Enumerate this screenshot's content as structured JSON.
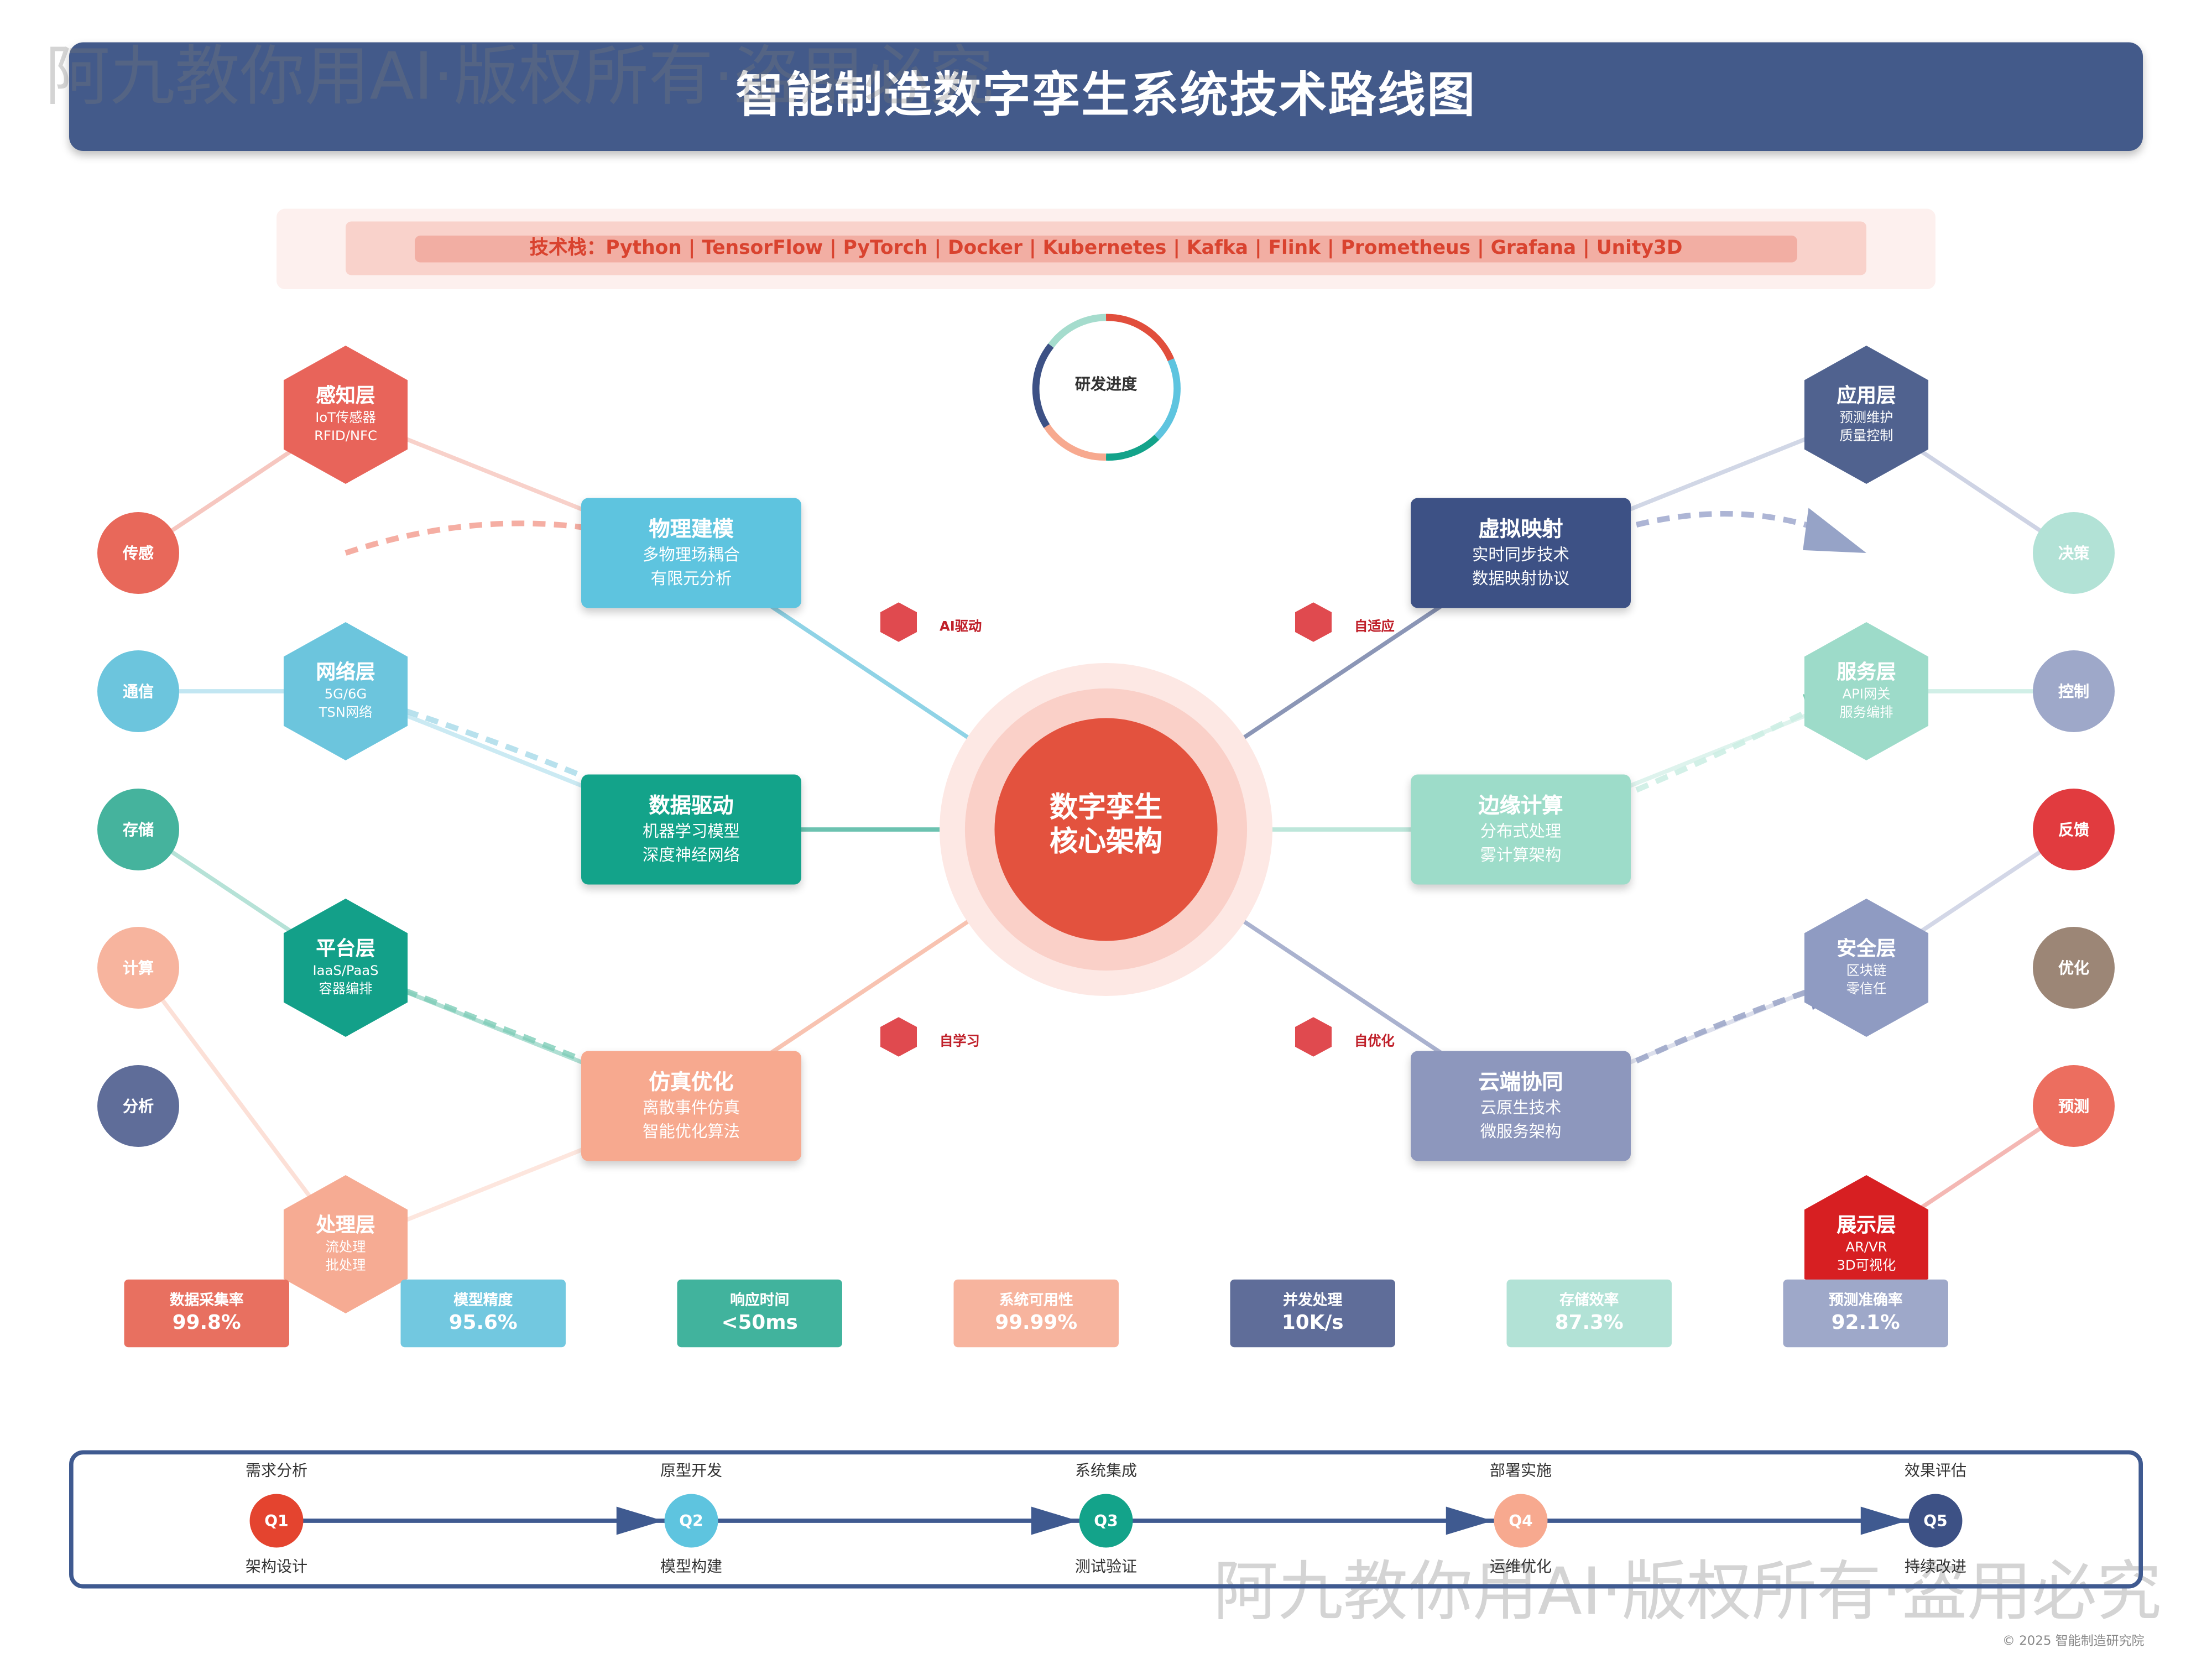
{
  "title": "智能制造数字孪生系统技术路线图",
  "watermark": "阿九教你用AI·版权所有·盗用必究",
  "tech_stack": "技术栈：Python | TensorFlow | PyTorch | Docker | Kubernetes | Kafka | Flink | Prometheus | Grafana | Unity3D",
  "progress_label": "研发进度",
  "left_circles": [
    {
      "label": "传感",
      "color": "#e8685a"
    },
    {
      "label": "通信",
      "color": "#6cc5dd"
    },
    {
      "label": "存储",
      "color": "#45b39d"
    },
    {
      "label": "计算",
      "color": "#f7b49e"
    },
    {
      "label": "分析",
      "color": "#5f6d99"
    }
  ],
  "right_circles": [
    {
      "label": "决策",
      "color": "#b2e2d6"
    },
    {
      "label": "控制",
      "color": "#9ea8c9"
    },
    {
      "label": "反馈",
      "color": "#e13b3f"
    },
    {
      "label": "优化",
      "color": "#9c8676"
    },
    {
      "label": "预测",
      "color": "#ec6e5f"
    }
  ],
  "left_hexes": [
    {
      "title": "感知层",
      "line1": "IoT传感器",
      "line2": "RFID/NFC",
      "color": "#e8645a"
    },
    {
      "title": "网络层",
      "line1": "5G/6G",
      "line2": "TSN网络",
      "color": "#6cc5dd"
    },
    {
      "title": "平台层",
      "line1": "IaaS/PaaS",
      "line2": "容器编排",
      "color": "#13a089"
    },
    {
      "title": "处理层",
      "line1": "流处理",
      "line2": "批处理",
      "color": "#f6ab93"
    }
  ],
  "right_hexes": [
    {
      "title": "应用层",
      "line1": "预测维护",
      "line2": "质量控制",
      "color": "#50628f"
    },
    {
      "title": "服务层",
      "line1": "API网关",
      "line2": "服务编排",
      "color": "#9ddbc9"
    },
    {
      "title": "安全层",
      "line1": "区块链",
      "line2": "零信任",
      "color": "#8f9bc2"
    },
    {
      "title": "展示层",
      "line1": "AR/VR",
      "line2": "3D可视化",
      "color": "#d71f22"
    }
  ],
  "left_boxes": [
    {
      "title": "物理建模",
      "line1": "多物理场耦合",
      "line2": "有限元分析",
      "color": "#5ec4df"
    },
    {
      "title": "数据驱动",
      "line1": "机器学习模型",
      "line2": "深度神经网络",
      "color": "#13a38a"
    },
    {
      "title": "仿真优化",
      "line1": "离散事件仿真",
      "line2": "智能优化算法",
      "color": "#f7a98f"
    }
  ],
  "right_boxes": [
    {
      "title": "虚拟映射",
      "line1": "实时同步技术",
      "line2": "数据映射协议",
      "color": "#3d5185"
    },
    {
      "title": "边缘计算",
      "line1": "分布式处理",
      "line2": "雾计算架构",
      "color": "#9ddcc9"
    },
    {
      "title": "云端协同",
      "line1": "云原生技术",
      "line2": "微服务架构",
      "color": "#8d97bd"
    }
  ],
  "features": [
    "AI驱动",
    "自适应",
    "自学习",
    "自优化"
  ],
  "core": {
    "line1": "数字孪生",
    "line2": "核心架构",
    "color": "#e3523e"
  },
  "metrics": [
    {
      "label": "数据采集率",
      "value": "99.8%",
      "color": "#e87060"
    },
    {
      "label": "模型精度",
      "value": "95.6%",
      "color": "#72c8e0"
    },
    {
      "label": "响应时间",
      "value": "<50ms",
      "color": "#41b39d"
    },
    {
      "label": "系统可用性",
      "value": "99.99%",
      "color": "#f7b49e"
    },
    {
      "label": "并发处理",
      "value": "10K/s",
      "color": "#5f6d99"
    },
    {
      "label": "存储效率",
      "value": "87.3%",
      "color": "#b2e2d6"
    },
    {
      "label": "预测准确率",
      "value": "92.1%",
      "color": "#9ea8c9"
    }
  ],
  "timeline": [
    {
      "q": "Q1",
      "top": "需求分析",
      "bottom": "架构设计",
      "color": "#e4442f"
    },
    {
      "q": "Q2",
      "top": "原型开发",
      "bottom": "模型构建",
      "color": "#5ec4df"
    },
    {
      "q": "Q3",
      "top": "系统集成",
      "bottom": "测试验证",
      "color": "#13a38a"
    },
    {
      "q": "Q4",
      "top": "部署实施",
      "bottom": "运维优化",
      "color": "#f7a98f"
    },
    {
      "q": "Q5",
      "top": "效果评估",
      "bottom": "持续改进",
      "color": "#3d5185"
    }
  ],
  "copyright": "© 2025 智能制造研究院"
}
